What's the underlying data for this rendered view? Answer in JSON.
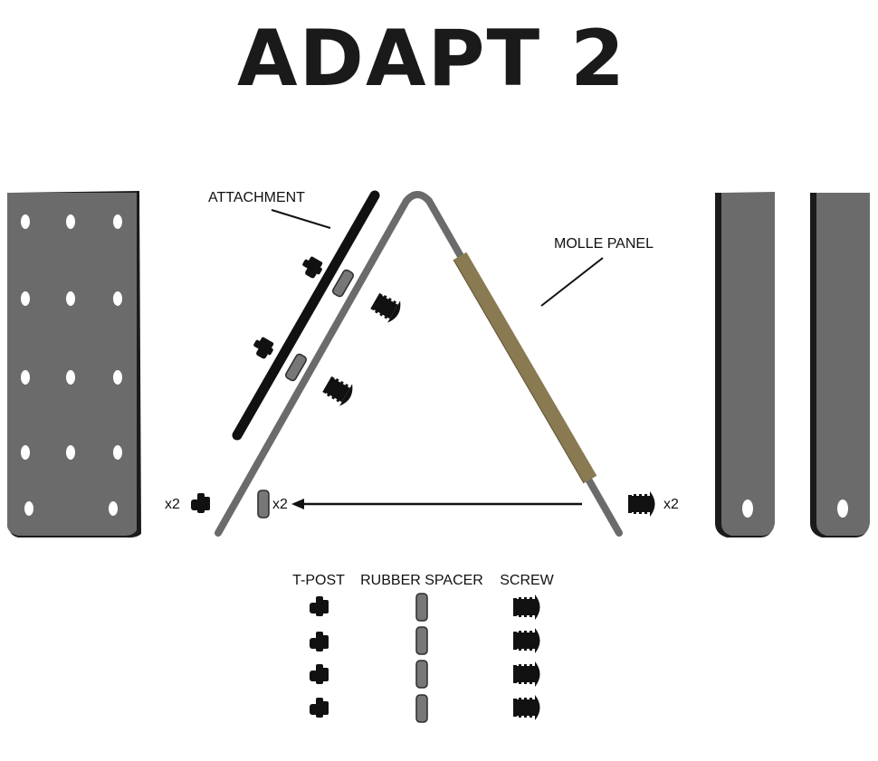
{
  "title": "ADAPT 2",
  "labels": {
    "attachment": "ATTACHMENT",
    "molle_panel": "MOLLE PANEL"
  },
  "quantities": {
    "tpost": "x2",
    "spacer": "x2",
    "screw": "x2"
  },
  "legend": {
    "tpost": "T-POST",
    "spacer": "RUBBER SPACER",
    "screw": "SCREW"
  },
  "colors": {
    "plate": "#6b6b6b",
    "edge": "#1b1b1b",
    "molle": "#8a7a52",
    "attachment": "#111111"
  },
  "icons": {
    "tpost": "t-post-icon",
    "spacer": "rubber-spacer-icon",
    "screw": "screw-icon"
  }
}
